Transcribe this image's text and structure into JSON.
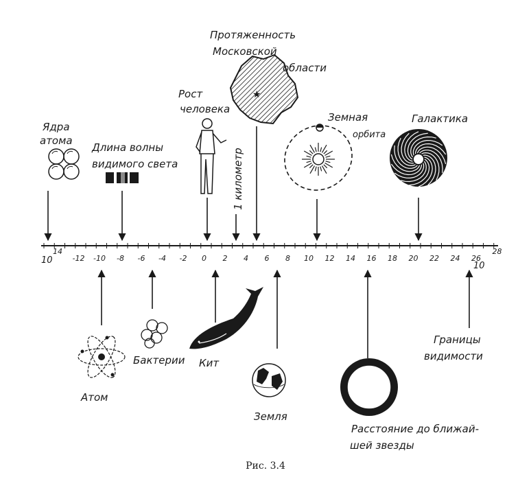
{
  "axis": {
    "ticks": [
      "14",
      "-12",
      "-10",
      "-8",
      "-6",
      "-4",
      "-2",
      "0",
      "2",
      "4",
      "6",
      "8",
      "10",
      "12",
      "14",
      "16",
      "18",
      "20",
      "22",
      "24",
      "26",
      "28"
    ],
    "left_base": "10",
    "right_base": "10"
  },
  "labels": {
    "nucleus": [
      "Ядра",
      "атома"
    ],
    "light_wave": [
      "Длина волны",
      "видимого света"
    ],
    "human_height": [
      "Рост",
      "человека"
    ],
    "kilometer": "1 километр",
    "moscow_region": [
      "Протяженность",
      "Московской",
      "области"
    ],
    "earth_orbit": [
      "Земная",
      "орбита"
    ],
    "galaxy": "Галактика",
    "atom": "Атом",
    "bacteria": "Бактерии",
    "whale": "Кит",
    "earth": "Земля",
    "nearest_star": [
      "Расстояние до ближай-",
      "шей звезды"
    ],
    "visibility_limits": [
      "Границы",
      "видимости"
    ]
  },
  "caption": "Рис. 3.4"
}
